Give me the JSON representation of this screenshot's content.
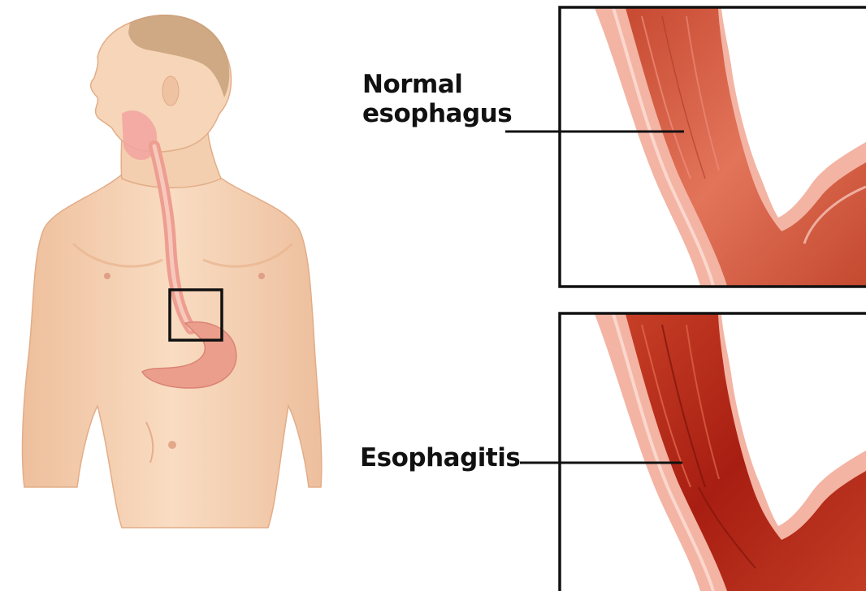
{
  "labels": {
    "normal_line1": "Normal",
    "normal_line2": "esophagus",
    "esophagitis": "Esophagitis"
  },
  "colors": {
    "skin": "#f6d3b4",
    "skin_shadow": "#e6b08c",
    "hair": "#c9a27a",
    "esophagus_wall": "#f4b6a8",
    "esophagus_lumen": "#d85a3c",
    "inflamed": "#b8281a",
    "outline": "#111111"
  }
}
